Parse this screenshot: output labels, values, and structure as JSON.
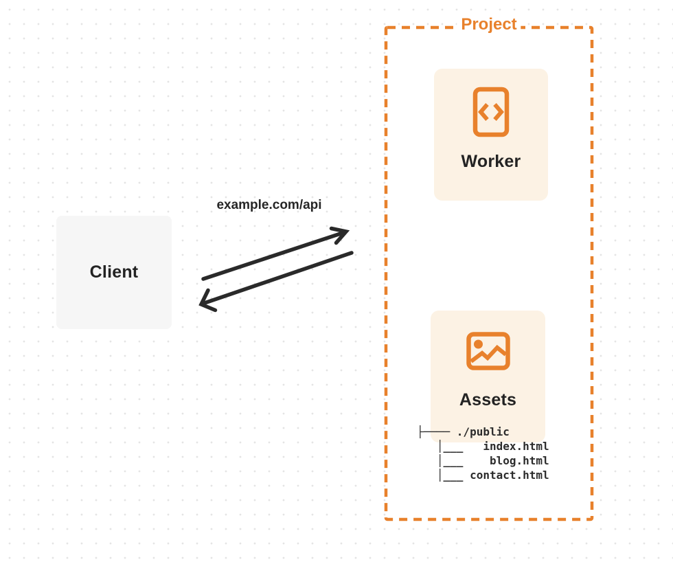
{
  "client": {
    "label": "Client"
  },
  "request_label": "example.com/api",
  "project": {
    "title": "Project",
    "worker": {
      "label": "Worker",
      "icon": "code-file-icon"
    },
    "assets": {
      "label": "Assets",
      "icon": "image-icon"
    },
    "file_tree": "├──── ./public\n   │___   index.html\n   │___    blog.html\n   │___ contact.html"
  },
  "colors": {
    "accent_orange": "#e8812c",
    "card_cream": "#fcf2e4",
    "client_gray": "#f6f6f6",
    "ink": "#262626",
    "grid_dot": "#e4e4e4"
  }
}
